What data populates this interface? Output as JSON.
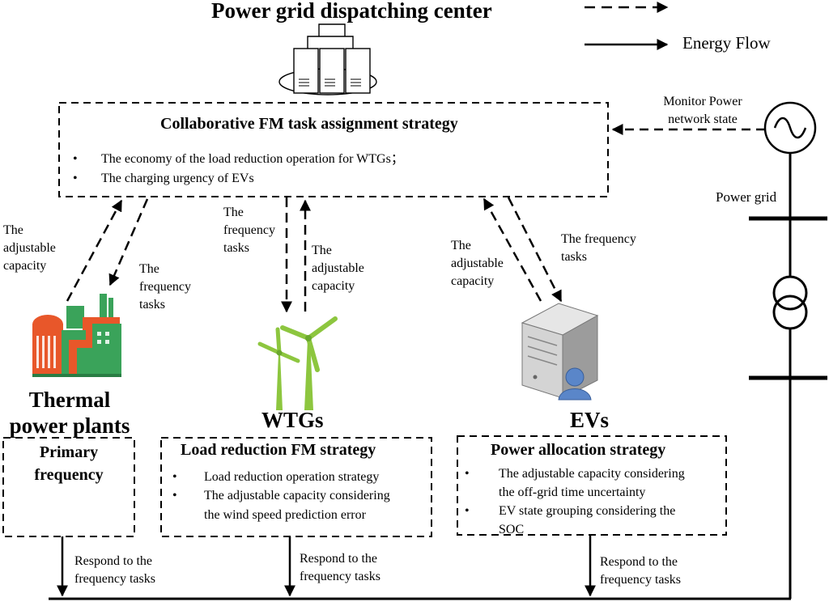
{
  "title": "Power grid dispatching center",
  "legend": {
    "dashed_label": "",
    "solid_label": "Energy Flow"
  },
  "monitor_label": "Monitor Power\nnetwork state",
  "power_grid_label": "Power grid",
  "strategy_box": {
    "title": "Collaborative FM task assignment strategy",
    "bullets": [
      "The economy of the load reduction operation for WTGs；",
      "The charging urgency of EVs"
    ]
  },
  "arrow_labels": {
    "thermal_up": "The\nadjustable\ncapacity",
    "thermal_down": "The\nfrequency\ntasks",
    "wtg_down": "The\nfrequency\ntasks",
    "wtg_up": "The\nadjustable\ncapacity",
    "ev_up": "The\nadjustable\ncapacity",
    "ev_down": "The frequency\ntasks"
  },
  "nodes": {
    "thermal": "Thermal\npower plants",
    "wtgs": "WTGs",
    "evs": "EVs"
  },
  "boxes": {
    "primary": {
      "title": "Primary\nfrequency"
    },
    "load": {
      "title": "Load reduction FM strategy",
      "bullets": [
        "Load reduction operation strategy",
        "The adjustable capacity considering",
        "the wind speed prediction error"
      ]
    },
    "power": {
      "title": "Power allocation strategy",
      "bullets": [
        "The adjustable capacity considering",
        "the off-grid time uncertainty",
        "EV state grouping considering the",
        "SOC"
      ]
    }
  },
  "respond_labels": [
    "Respond to the\nfrequency  tasks",
    "Respond to the\nfrequency  tasks",
    "Respond to the\nfrequency  tasks"
  ],
  "bullet_char": "•",
  "icons": [
    "server-cluster-icon",
    "thermal-plant-icon",
    "wind-turbine-icon",
    "ev-server-icon",
    "ac-source-icon",
    "transformer-icon"
  ],
  "colors": {
    "thermal_orange": "#e8572a",
    "thermal_green": "#3aa35a",
    "wind_green": "#8dc63f",
    "server_gray": "#c9c9c9",
    "user_blue": "#5a86c9"
  }
}
